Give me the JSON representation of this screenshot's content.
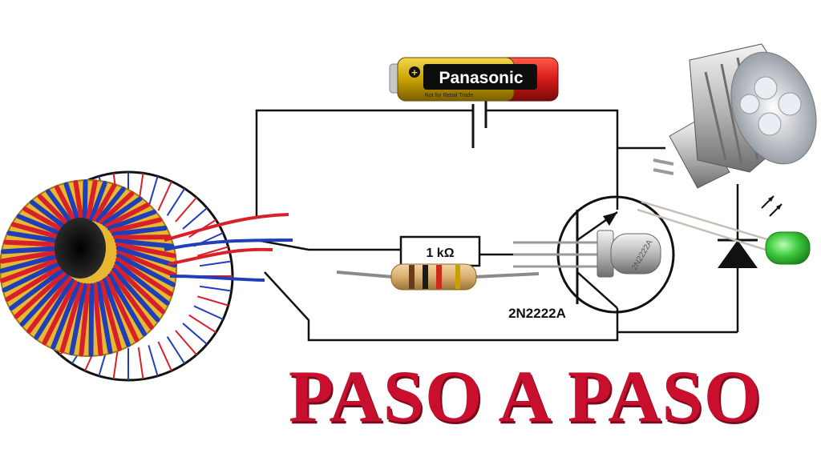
{
  "battery": {
    "brand": "Panasonic",
    "fine_print": "Not for Retail Trade"
  },
  "resistor": {
    "value_label": "1 kΩ"
  },
  "transistor": {
    "part_label": "2N2222A"
  },
  "headline": {
    "text": "PASO A PASO"
  },
  "colors": {
    "headline": "#c8102e",
    "wire_red": "#d8202a",
    "wire_blue": "#1f3fb8",
    "core_yellow": "#e8b930",
    "led_green": "#3cc83c",
    "battery_red": "#d41a1a",
    "battery_gold": "#c9a200"
  }
}
